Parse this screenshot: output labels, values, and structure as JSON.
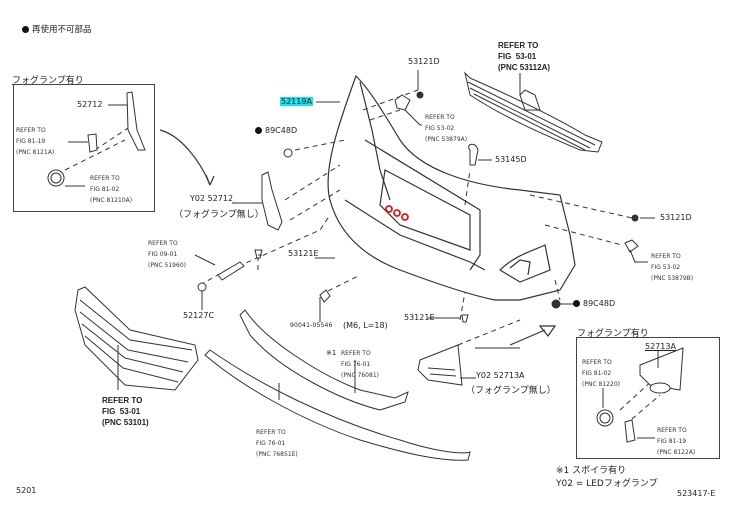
{
  "header": {
    "legend_symbol": "●",
    "legend_text": "再使用不可部品"
  },
  "left_box": {
    "title": "フォグランプ有り",
    "part_52712": "52712",
    "ref1": "REFER TO\nFIG 81-19\n(PNC 8121A)",
    "ref2": "REFER TO\nFIG 81-02\n(PNC 81210A)"
  },
  "labels": {
    "p52119a": "52119A",
    "p53121d_top": "53121D",
    "p89c48d_left": "89C48D",
    "ref_53_02_top": "REFER TO\nFIG 53-02\n(PNC 53879A)",
    "p53145d": "53145D",
    "y02_52712": "Y02  52712",
    "y02_52712_note": "（フォグランプ無し）",
    "ref_09_01": "REFER TO\nFIG 09-01\n(PNC 51960)",
    "p53121e_mid": "53121E",
    "p52127c": "52127C",
    "bolt_pn": "90041-05546",
    "bolt_spec": "(M6, L=18)",
    "p53121e_low": "53121E",
    "p53121d_right": "53121D",
    "ref_53_02_right": "REFER TO\nFIG 53-02\n(PNC 53879B)",
    "p89c48d_right": "89C48D",
    "ref_76_01_spoiler_mark": "※1",
    "ref_76_01_spoiler": "REFER TO\nFIG 76-01\n(PNC 76081)",
    "ref_76_01_lower": "REFER TO\nFIG 76-01\n(PNC 76851E)",
    "y02_52713a": "Y02   52713A",
    "y02_52713a_note": "（フォグランプ無し）"
  },
  "grille_upper_ref": {
    "text": "REFER TO\nFIG  53-01\n(PNC 53112A)"
  },
  "grille_lower_ref": {
    "text": "REFER TO\nFIG  53-01\n(PNC 53101)"
  },
  "right_box": {
    "title": "フォグランプ有り",
    "part_52713a": "52713A",
    "ref1": "REFER TO\nFIG 81-02\n(PNC 81220)",
    "ref2": "REFER TO\nFIG 81-19\n(PNC 8122A)"
  },
  "footnotes": {
    "note1": "※1 スポイラ有り",
    "note2": "Y02 = LEDフォグランプ"
  },
  "footer": {
    "page_code": "5201",
    "figure_id": "523417-E"
  },
  "colors": {
    "highlight": "#16e3ef",
    "mark_red": "#e01818"
  }
}
